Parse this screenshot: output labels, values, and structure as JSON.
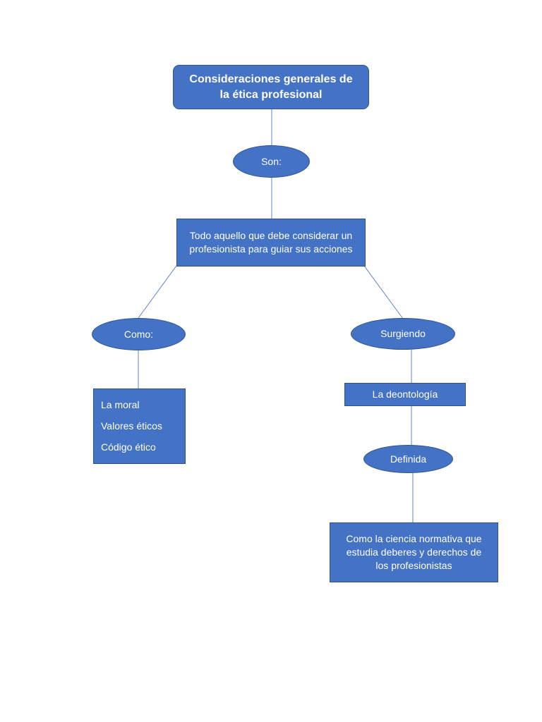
{
  "diagram": {
    "root": "Consideraciones generales de la ética profesional",
    "son": "Son:",
    "definition": "Todo aquello que debe considerar un profesionista para guiar sus acciones",
    "como": "Como:",
    "como_items": [
      "La moral",
      "Valores éticos",
      "Código ético"
    ],
    "surgiendo": "Surgiendo",
    "deontologia": "La deontología",
    "definida": "Definida",
    "deontologia_definition": "Como la ciencia normativa que estudia deberes y derechos de los profesionistas"
  },
  "colors": {
    "node_fill": "#4472c4",
    "node_border": "#2f528f",
    "connector": "#5b83c9",
    "text": "#ffffff"
  }
}
